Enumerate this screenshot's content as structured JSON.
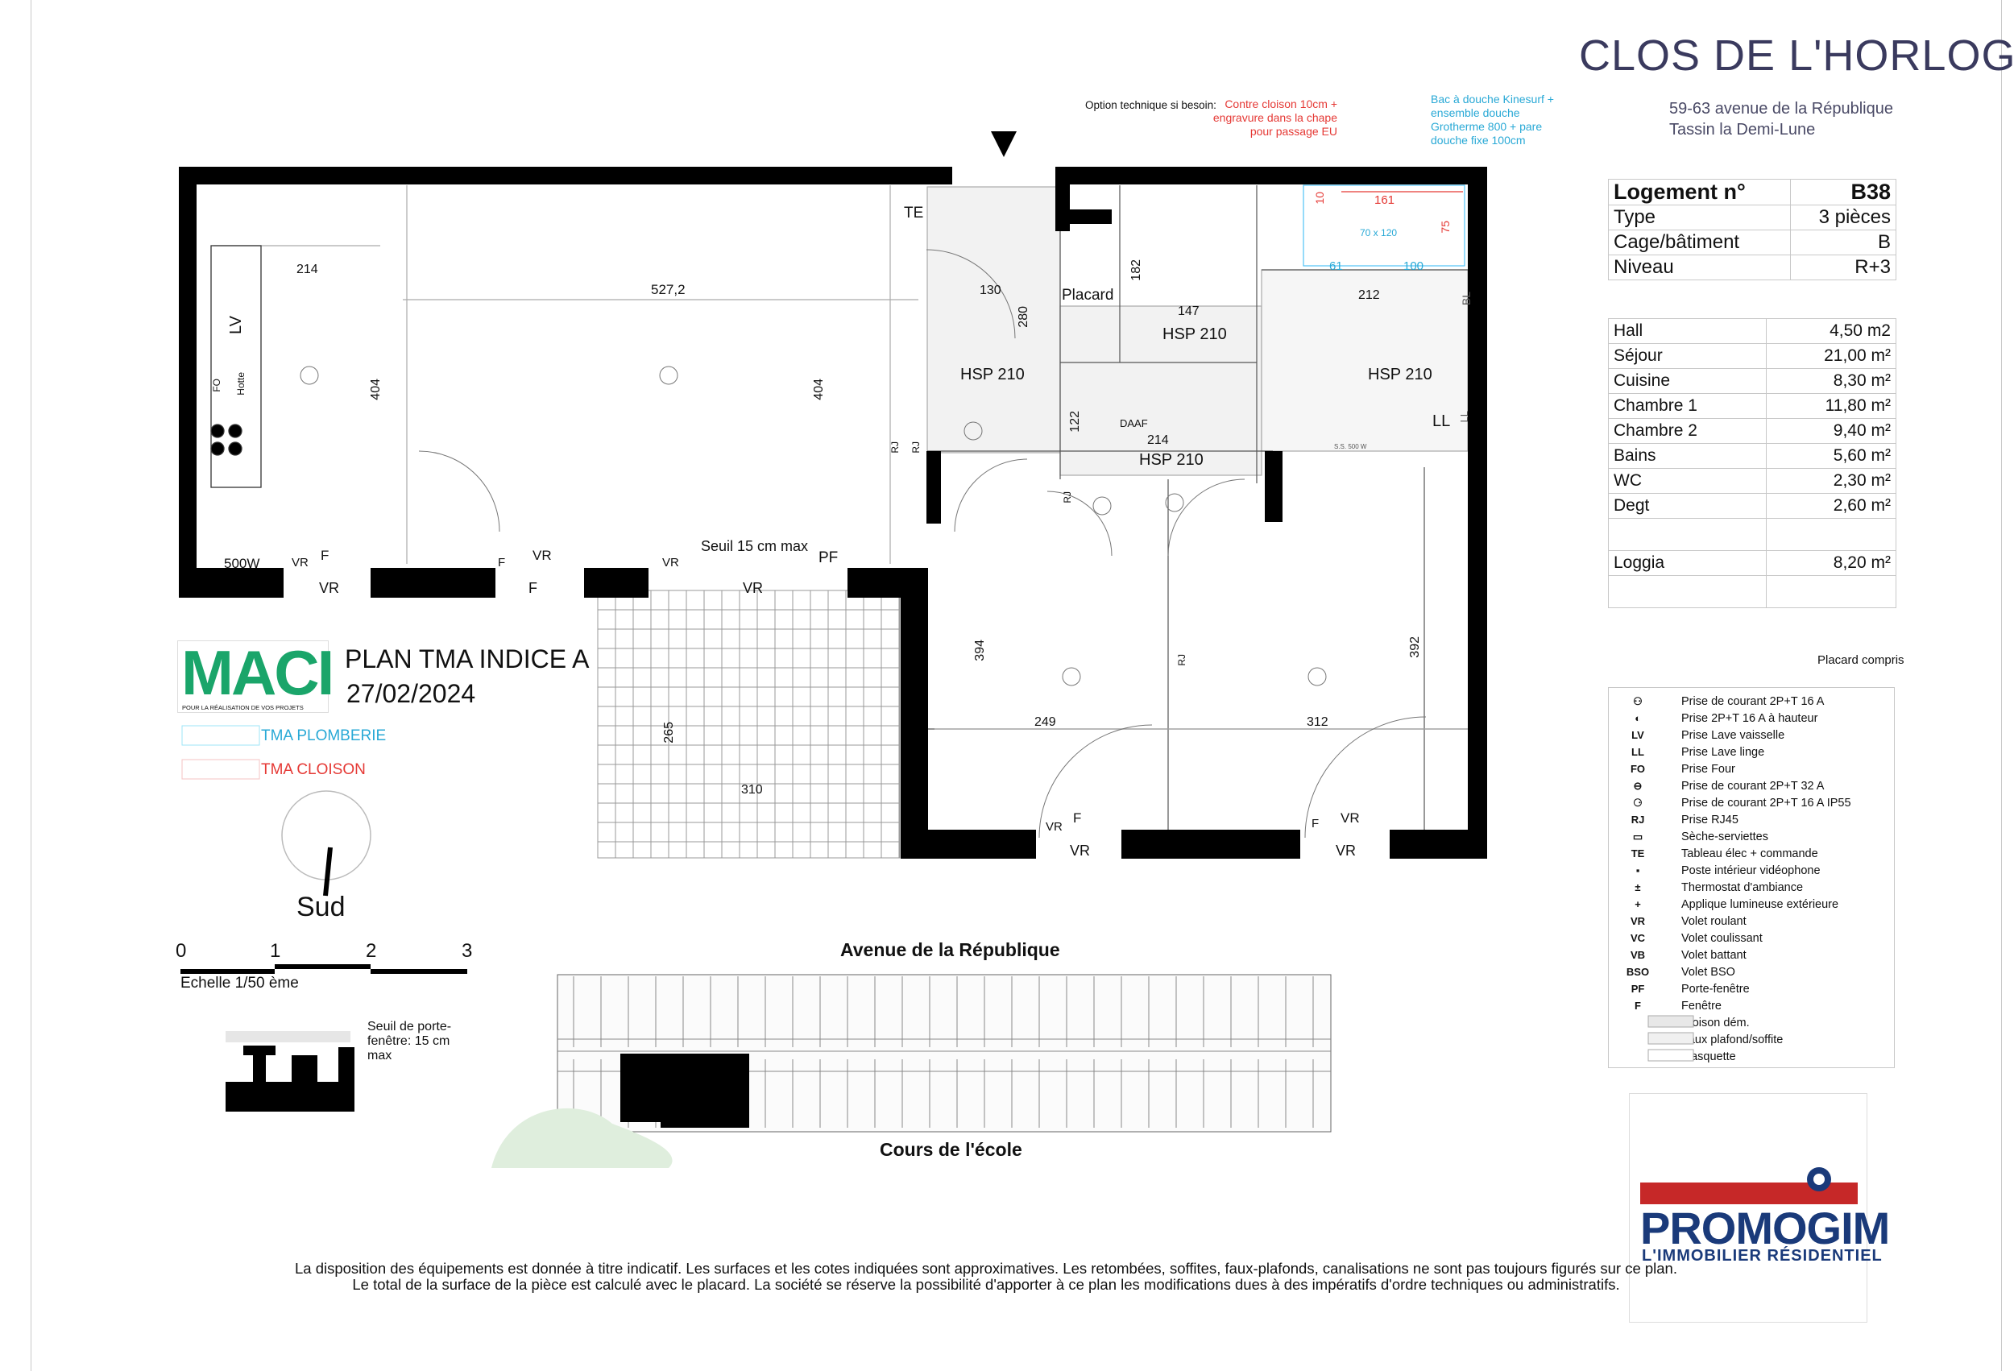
{
  "header": {
    "title": "CLOS DE L'HORLOGE",
    "address_line1": "59-63 avenue de la République",
    "address_line2": "Tassin la Demi-Lune"
  },
  "summary": {
    "rows": [
      {
        "label": "Logement n°",
        "value": "B38"
      },
      {
        "label": "Type",
        "value": "3 pièces"
      },
      {
        "label": "Cage/bâtiment",
        "value": "B"
      },
      {
        "label": "Niveau",
        "value": "R+3"
      }
    ]
  },
  "surfaces": {
    "rooms": [
      {
        "label": "Hall",
        "value": "4,50 m2"
      },
      {
        "label": "Séjour",
        "value": "21,00 m²"
      },
      {
        "label": "Cuisine",
        "value": "8,30 m²"
      },
      {
        "label": "Chambre 1",
        "value": "11,80 m²"
      },
      {
        "label": "Chambre 2",
        "value": "9,40 m²"
      },
      {
        "label": "Bains",
        "value": "5,60 m²"
      },
      {
        "label": "WC",
        "value": "2,30 m²"
      },
      {
        "label": "Degt",
        "value": "2,60 m²"
      }
    ],
    "loggia": {
      "label": "Loggia",
      "value": "8,20 m²"
    },
    "note": "Placard compris"
  },
  "legend": [
    {
      "sym": "⚇",
      "text": "Prise de courant 2P+T 16 A"
    },
    {
      "sym": "◐",
      "text": "Prise 2P+T 16 A à hauteur"
    },
    {
      "sym": "LV",
      "text": "Prise Lave vaisselle"
    },
    {
      "sym": "LL",
      "text": "Prise Lave linge"
    },
    {
      "sym": "FO",
      "text": "Prise Four"
    },
    {
      "sym": "⊖",
      "text": "Prise de courant 2P+T 32 A"
    },
    {
      "sym": "⚆",
      "text": "Prise de courant 2P+T 16 A IP55"
    },
    {
      "sym": "RJ",
      "text": "Prise RJ45"
    },
    {
      "sym": "▭",
      "text": "Sèche-serviettes"
    },
    {
      "sym": "TE",
      "text": "Tableau élec + commande"
    },
    {
      "sym": "▪",
      "text": "Poste intérieur vidéophone"
    },
    {
      "sym": "±",
      "text": "Thermostat d'ambiance"
    },
    {
      "sym": "+",
      "text": "Applique lumineuse extérieure"
    },
    {
      "sym": "VR",
      "text": "Volet roulant"
    },
    {
      "sym": "VC",
      "text": "Volet coulissant"
    },
    {
      "sym": "VB",
      "text": "Volet battant"
    },
    {
      "sym": "BSO",
      "text": "Volet BSO"
    },
    {
      "sym": "PF",
      "text": "Porte-fenêtre"
    },
    {
      "sym": "F",
      "text": "Fenêtre"
    },
    {
      "sym": "",
      "text": "Cloison dém."
    },
    {
      "sym": "",
      "text": "Faux plafond/soffite"
    },
    {
      "sym": "",
      "text": "Masquette"
    }
  ],
  "plan_info": {
    "logo": "MACI",
    "logo_tagline": "POUR LA RÉALISATION DE VOS PROJETS",
    "plan_title": "PLAN TMA INDICE A",
    "plan_date": "27/02/2024",
    "tma_plomberie": "TMA PLOMBERIE",
    "tma_cloison": "TMA CLOISON",
    "orientation": "Sud",
    "scale_ticks": [
      "0",
      "1",
      "2",
      "3"
    ],
    "scale_label": "Echelle 1/50 ème",
    "threshold_note": "Seuil de porte-fenêtre: 15 cm max",
    "street_top": "Avenue de la République",
    "street_bottom": "Cours de l'école"
  },
  "annotations": {
    "option_label": "Option technique si besoin:",
    "option_red": "Contre cloison 10cm + engravure dans la chape pour passage EU",
    "shower_note": "Bac à douche Kinesurf + ensemble douche Grotherme 800 + pare douche fixe 100cm"
  },
  "plan_labels": {
    "rooms": [
      "HSP 210",
      "HSP 210",
      "HSP 210",
      "HSP 210",
      "Placard",
      "TE",
      "LV",
      "LL",
      "LL",
      "BL",
      "DAAF",
      "Hotte",
      "FO"
    ],
    "dims": [
      "214",
      "527,2",
      "130",
      "280",
      "182",
      "147",
      "212",
      "404",
      "404",
      "122",
      "214",
      "394",
      "392",
      "249",
      "312",
      "265",
      "310",
      "161",
      "10",
      "75",
      "70 x 120",
      "61",
      "100"
    ],
    "openings": [
      "500W",
      "VR",
      "F",
      "VR",
      "F",
      "VR",
      "F",
      "VR",
      "VR",
      "PF",
      "VR",
      "F",
      "VR",
      "F",
      "VR",
      "VR",
      "Seuil 15 cm max",
      "RJ",
      "RJ",
      "RJ",
      "RJ",
      "S.S. 500 W"
    ]
  },
  "brand": {
    "name": "PROMOGIM",
    "tagline": "L'IMMOBILIER RÉSIDENTIEL"
  },
  "disclaimer": {
    "line1": "La disposition des équipements est donnée à titre indicatif. Les surfaces et les cotes indiquées sont approximatives. Les retombées, soffites, faux-plafonds, canalisations ne sont pas toujours figurés sur ce plan.",
    "line2": "Le total de la surface de la pièce est calculé avec le placard. La société se réserve la possibilité d'apporter à ce plan les modifications dues à des impératifs d'ordre techniques ou administratifs."
  }
}
